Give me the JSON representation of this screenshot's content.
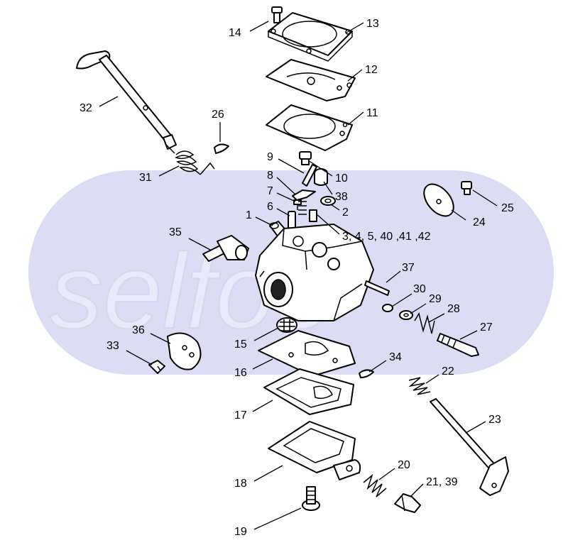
{
  "watermark": {
    "text": "selfoo",
    "bg_color": "#dcdcf5"
  },
  "callouts": [
    {
      "id": "c14",
      "text": "14"
    },
    {
      "id": "c13",
      "text": "13"
    },
    {
      "id": "c12",
      "text": "12"
    },
    {
      "id": "c11",
      "text": "11"
    },
    {
      "id": "c32",
      "text": "32"
    },
    {
      "id": "c26",
      "text": "26"
    },
    {
      "id": "c31",
      "text": "31"
    },
    {
      "id": "c9",
      "text": "9"
    },
    {
      "id": "c10",
      "text": "10"
    },
    {
      "id": "c8",
      "text": "8"
    },
    {
      "id": "c7",
      "text": "7"
    },
    {
      "id": "c38",
      "text": "38"
    },
    {
      "id": "c6",
      "text": "6"
    },
    {
      "id": "c2",
      "text": "2"
    },
    {
      "id": "c1",
      "text": "1"
    },
    {
      "id": "c3",
      "text": "3, 4, 5, 40 ,41 ,42"
    },
    {
      "id": "c25",
      "text": "25"
    },
    {
      "id": "c24",
      "text": "24"
    },
    {
      "id": "c35",
      "text": "35"
    },
    {
      "id": "c37",
      "text": "37"
    },
    {
      "id": "c30",
      "text": "30"
    },
    {
      "id": "c29",
      "text": "29"
    },
    {
      "id": "c28",
      "text": "28"
    },
    {
      "id": "c27",
      "text": "27"
    },
    {
      "id": "c36",
      "text": "36"
    },
    {
      "id": "c15",
      "text": "15"
    },
    {
      "id": "c33",
      "text": "33"
    },
    {
      "id": "c16",
      "text": "16"
    },
    {
      "id": "c34",
      "text": "34"
    },
    {
      "id": "c22",
      "text": "22"
    },
    {
      "id": "c17",
      "text": "17"
    },
    {
      "id": "c23",
      "text": "23"
    },
    {
      "id": "c18",
      "text": "18"
    },
    {
      "id": "c20",
      "text": "20"
    },
    {
      "id": "c21",
      "text": "21, 39"
    },
    {
      "id": "c19",
      "text": "19"
    }
  ]
}
